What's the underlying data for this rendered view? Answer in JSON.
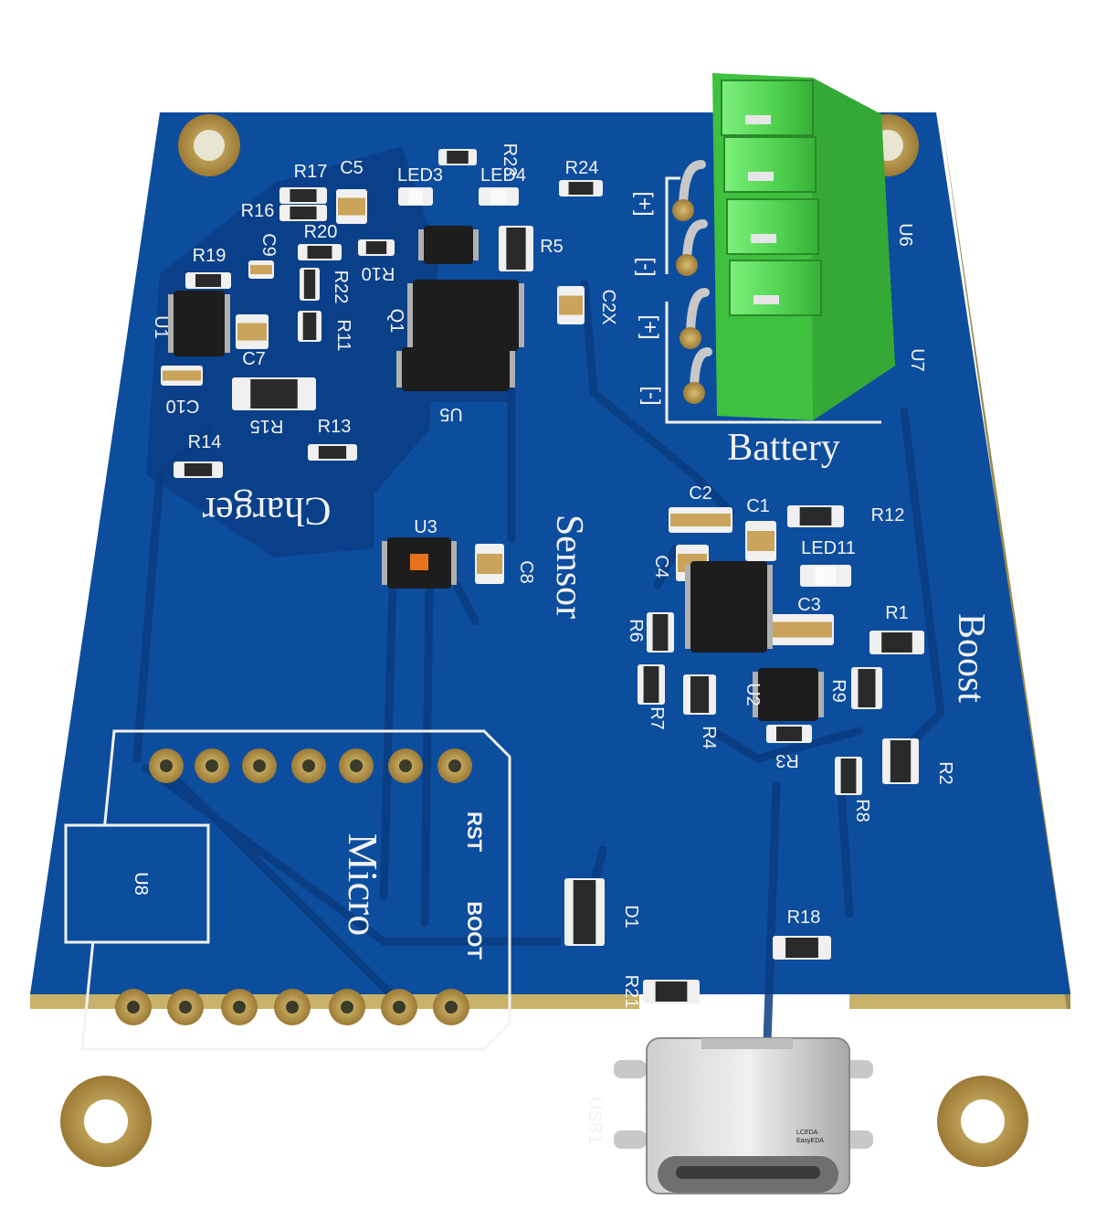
{
  "board": {
    "colors": {
      "board_face": "#0d4d9e",
      "board_edge": "#c9b36a",
      "copper_pour": "#0a3f86",
      "silkscreen": "#f2f2f2",
      "pad_gold": "#b8964a",
      "terminal_green": "#5ad85a"
    },
    "section_labels": {
      "charger": "Charger",
      "sensor": "Sensor",
      "boost": "Boost",
      "battery": "Battery",
      "micro": "Micro"
    },
    "micro_pins": {
      "rst": "RST",
      "boot": "BOOT"
    },
    "terminal_marks": {
      "plus": "[+]",
      "minus": "[-]"
    },
    "usb_logo": {
      "line1": "LCEDA",
      "line2": "EasyEDA"
    },
    "designators": {
      "R23": "R23",
      "R24": "R24",
      "R17": "R17",
      "C5": "C5",
      "LED3": "LED3",
      "LED4": "LED4",
      "R16": "R16",
      "R20": "R20",
      "R10": "R10",
      "R5": "R5",
      "C9": "C9",
      "R22": "R22",
      "R19": "R19",
      "U1": "U1",
      "Q1": "Q1",
      "C2X": "C2X",
      "C7": "C7",
      "R11": "R11",
      "C10": "C10",
      "R15": "R15",
      "U5": "U5",
      "R13": "R13",
      "R14": "R14",
      "U3": "U3",
      "C8": "C8",
      "U6": "U6",
      "U7": "U7",
      "C2": "C2",
      "C1": "C1",
      "R12": "R12",
      "LED11": "LED11",
      "C4": "C4",
      "C3": "C3",
      "R6": "R6",
      "R1": "R1",
      "R7": "R7",
      "R4": "R4",
      "U2": "U2",
      "R9": "R9",
      "R3": "R3",
      "R2": "R2",
      "R8": "R8",
      "U8": "U8",
      "D1": "D1",
      "R18": "R18",
      "R21": "R21",
      "USB1": "USB1"
    }
  }
}
